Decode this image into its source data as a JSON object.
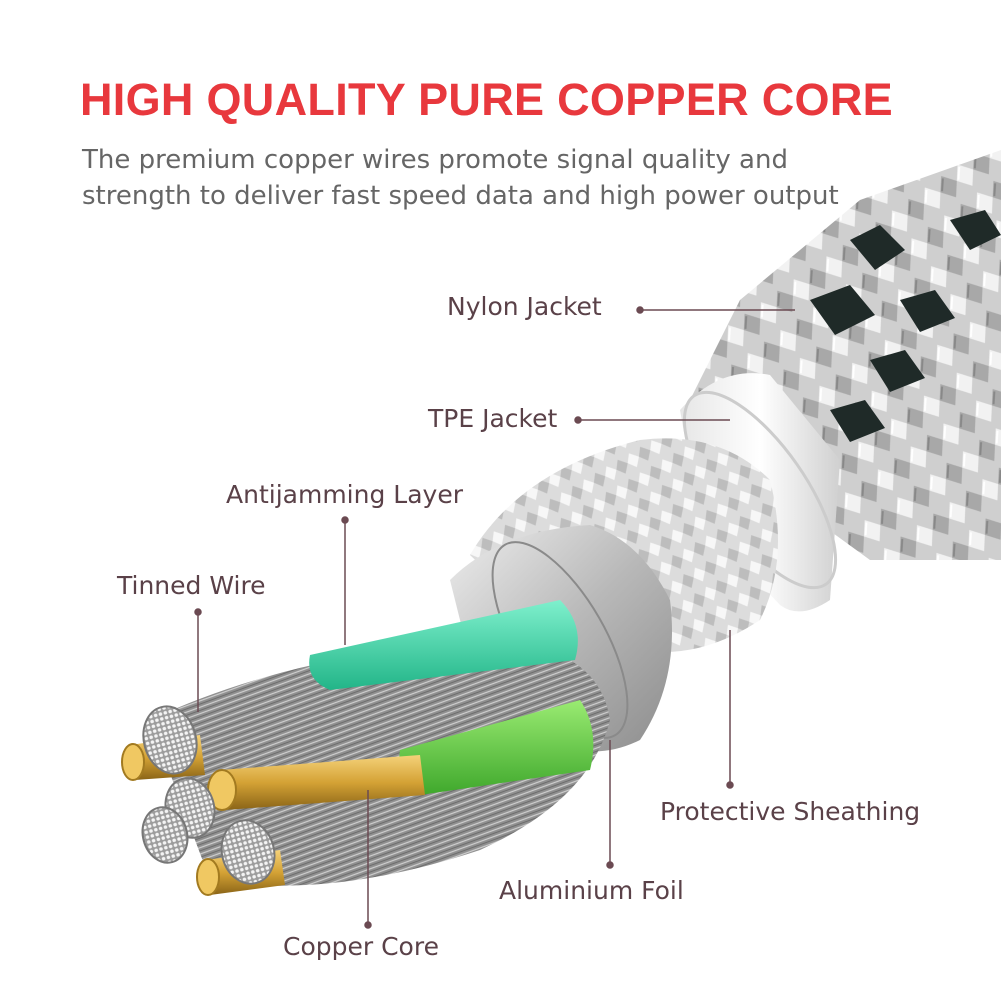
{
  "header": {
    "title": "HIGH QUALITY PURE COPPER CORE",
    "subtitle_line1": "The premium copper wires promote signal quality and",
    "subtitle_line2": "strength to deliver fast speed data and high power output"
  },
  "labels": {
    "nylon_jacket": "Nylon Jacket",
    "tpe_jacket": "TPE Jacket",
    "antijamming_layer": "Antijamming Layer",
    "tinned_wire": "Tinned Wire",
    "protective_sheathing": "Protective Sheathing",
    "aluminium_foil": "Aluminium Foil",
    "copper_core": "Copper Core"
  },
  "colors": {
    "title": "#e8383d",
    "subtitle": "#666666",
    "label": "#5a4148",
    "leader_line": "#6b4a52",
    "copper": "#d4a235",
    "green_insulation": "#6cd64a",
    "teal_insulation": "#3fd6a8",
    "nylon_braid": "#c8c8c8",
    "nylon_dark": "#1f2a28"
  }
}
